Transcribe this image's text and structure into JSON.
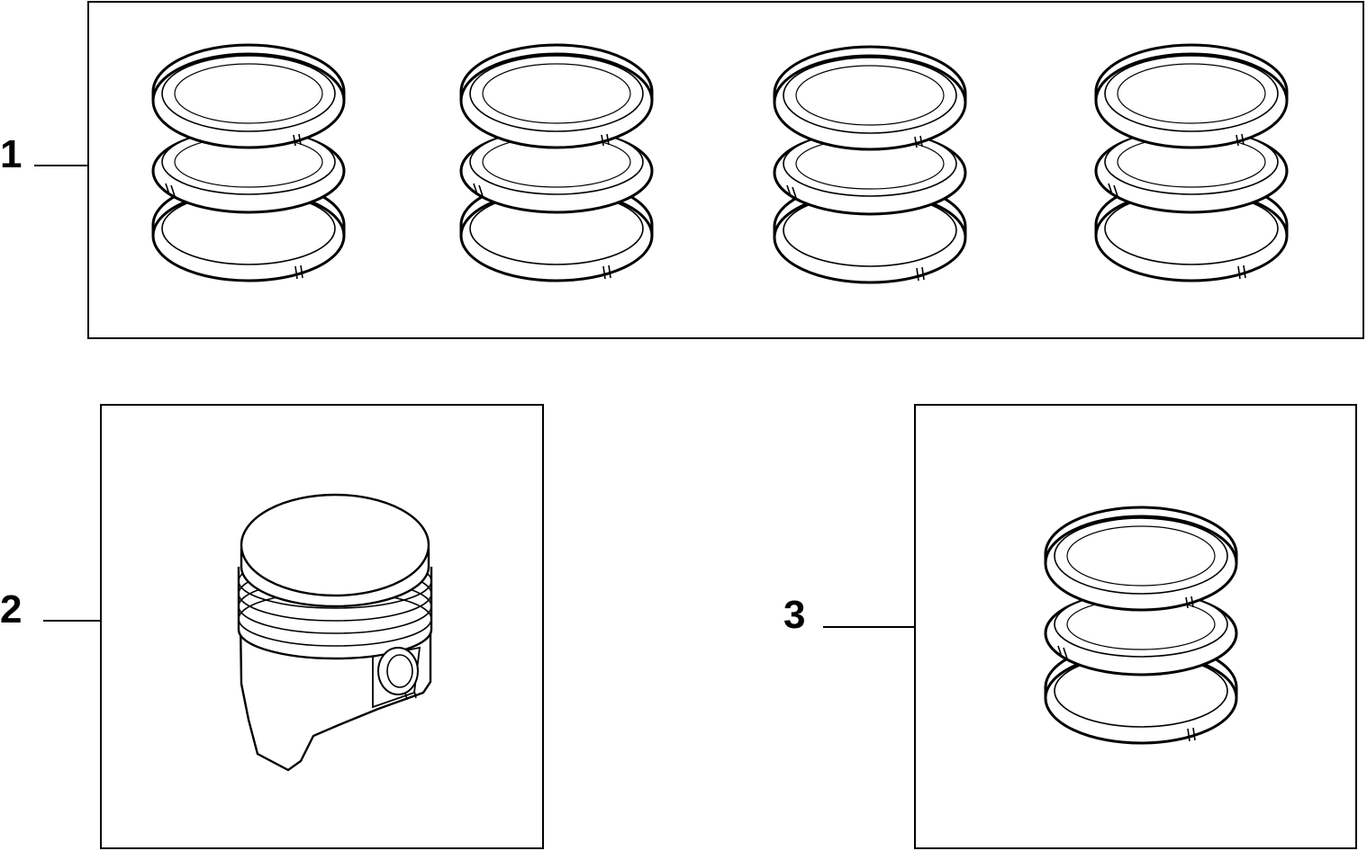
{
  "callouts": {
    "kit_rings_set": "1",
    "piston": "2",
    "ring_set": "3"
  },
  "colors": {
    "stroke": "#000000",
    "fill": "#ffffff"
  }
}
